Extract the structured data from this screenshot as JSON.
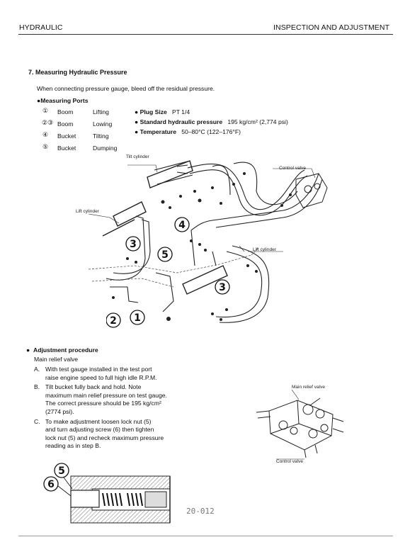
{
  "header": {
    "left_title": "HYDRAULIC",
    "right_title": "INSPECTION AND ADJUSTMENT"
  },
  "section": {
    "title": "7. Measuring Hydraulic Pressure",
    "intro": "When connecting pressure gauge, bleed off the residual pressure.",
    "ports_heading": "●Measuring Ports",
    "ports": [
      {
        "num": "①",
        "name": "Boom",
        "action": "Lifting"
      },
      {
        "num": "②③",
        "name": "Boom",
        "action": "Lowing"
      },
      {
        "num": "④",
        "name": "Bucket",
        "action": "Tilting"
      },
      {
        "num": "⑤",
        "name": "Bucket",
        "action": "Dumping"
      }
    ],
    "specs": [
      {
        "label": "Plug Size",
        "value": "PT 1/4"
      },
      {
        "label": "Standard hydraulic pressure",
        "value": "195 kg/cm² (2,774 psi)"
      },
      {
        "label": "Temperature",
        "value": "50–80°C (122–176°F)"
      }
    ]
  },
  "diagram": {
    "labels": {
      "tilt_cylinder": "Tilt cylinder",
      "control_valve": "Control valve",
      "lift_cylinder_left": "Lift cylinder",
      "lift_cylinder_right": "Lift cylinder"
    },
    "callouts": [
      "1",
      "2",
      "3",
      "3",
      "4",
      "5"
    ]
  },
  "adjustment": {
    "heading": "Adjustment procedure",
    "subheading": "Main relief valve",
    "steps": [
      {
        "letter": "A.",
        "lines": [
          "With test gauge installed in the test port",
          "raise engine speed to full high idle R.P.M."
        ]
      },
      {
        "letter": "B.",
        "lines": [
          "Tilt bucket fully back and hold. Note",
          "maximum main relief pressure on test gauge.",
          "The correct pressure should be 195 kg/cm²",
          "(2774 psi)."
        ]
      },
      {
        "letter": "C.",
        "lines": [
          "To make adjustment loosen lock nut (5)",
          "and turn adjusting screw (6) then tighten",
          "lock nut (5) and recheck maximum pressure",
          "reading as in step B."
        ]
      }
    ]
  },
  "valve_figure": {
    "main_relief_label": "Main relief valve",
    "control_valve_label": "Control valve"
  },
  "relief_section": {
    "callouts": [
      "5",
      "6"
    ]
  },
  "page_number": "20-012"
}
